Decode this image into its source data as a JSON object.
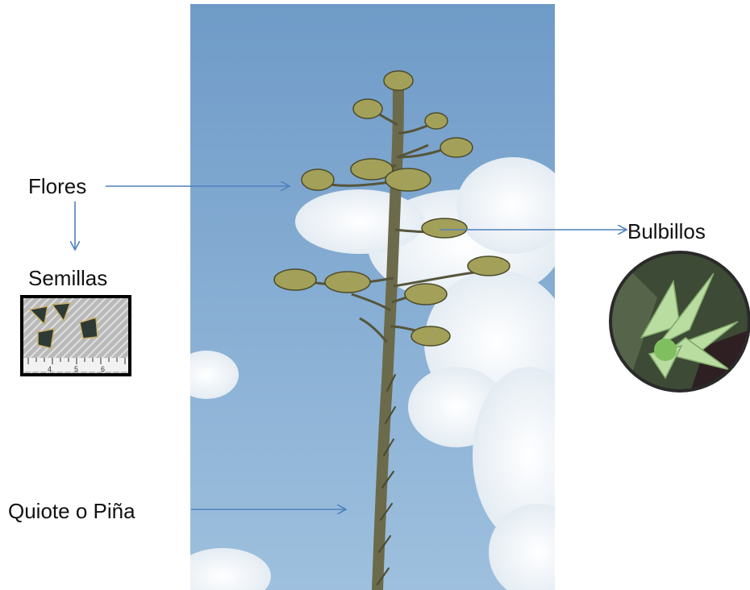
{
  "labels": {
    "flowers": "Flores",
    "seeds": "Semillas",
    "bulbils": "Bulbillos",
    "stalk": "Quiote o Piña"
  },
  "ruler_numbers": [
    "4",
    "5",
    "6"
  ],
  "colors": {
    "arrow": "#4f81bd",
    "sky": "#8fb4d6",
    "sky_top": "#6f9bc8",
    "cloud": "#f4f7fa",
    "stalk": "#6b6a4a",
    "flower": "#a3a05a",
    "bulbil": "#b9dca0"
  }
}
